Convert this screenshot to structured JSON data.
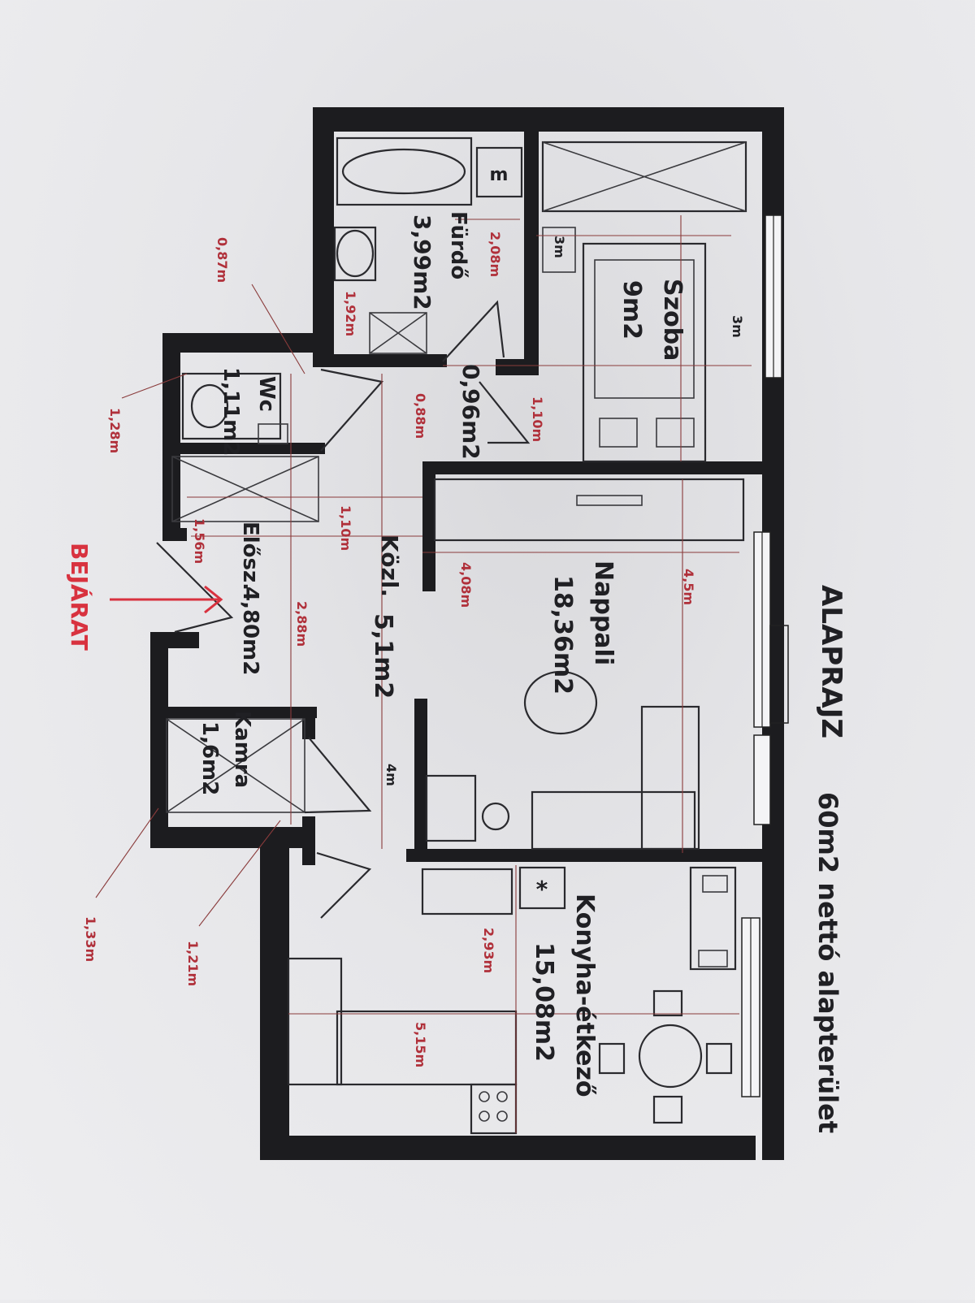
{
  "plan": {
    "title": "ALAPRAJZ",
    "subtitle": "60m2 nettó alapterület",
    "entrance": "BEJÁRAT",
    "rooms": {
      "szoba": {
        "name": "Szoba",
        "area": "9m2"
      },
      "furdo": {
        "name": "Fürdő",
        "area": "3,99m2"
      },
      "wc": {
        "name": "Wc",
        "area": "1,11m2"
      },
      "kozl": {
        "name": "Közl.",
        "area": "5,1m2"
      },
      "corridor": {
        "area": "0,96m2"
      },
      "nappali": {
        "name": "Nappali",
        "area": "18,36m2"
      },
      "eloszoba": {
        "name": "Elősz.",
        "area": "4,80m2"
      },
      "kamra": {
        "name": "Kamra",
        "area": "1,6m2"
      },
      "konyha": {
        "name": "Konyha-étkező",
        "area": "15,08m2"
      }
    },
    "fixture_label": "m",
    "star": "*",
    "dimensions": {
      "szoba_w": "3m",
      "szoba_h": "3m",
      "furdo_w": "2,08m",
      "furdo_h": "1,92m",
      "door_087": "0,87m",
      "door_110a": "1,10m",
      "door_088": "0,88m",
      "wc_w": "1,28m",
      "ent_110": "1,10m",
      "ent_156": "1,56m",
      "elosz_288": "2,88m",
      "nappali_408": "4,08m",
      "nappali_45": "4,5m",
      "kozl_4": "4m",
      "kamra_133": "1,33m",
      "kamra_121": "1,21m",
      "konyha_293": "2,93m",
      "konyha_515": "5,15m"
    }
  }
}
